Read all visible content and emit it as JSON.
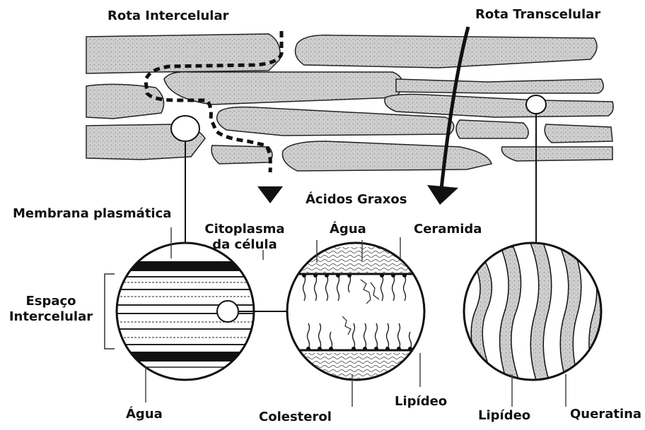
{
  "labels": {
    "rota_intercelular": "Rota Intercelular",
    "rota_transcelular": "Rota Transcelular",
    "membrana_plasmatica": "Membrana plasmática",
    "citoplasma_l1": "Citoplasma",
    "citoplasma_l2": "da célula",
    "acidos_graxos": "Ácidos Graxos",
    "agua_mid": "Água",
    "ceramida": "Ceramida",
    "espaco_l1": "Espaço",
    "espaco_l2": "Intercelular",
    "agua_bottom": "Água",
    "colesterol": "Colesterol",
    "lipideo_mid": "Lipídeo",
    "lipideo_right": "Lipídeo",
    "queratina": "Queratina"
  },
  "colors": {
    "ink": "#111111",
    "cell_fill": "#c9c9c9",
    "background": "#ffffff"
  }
}
